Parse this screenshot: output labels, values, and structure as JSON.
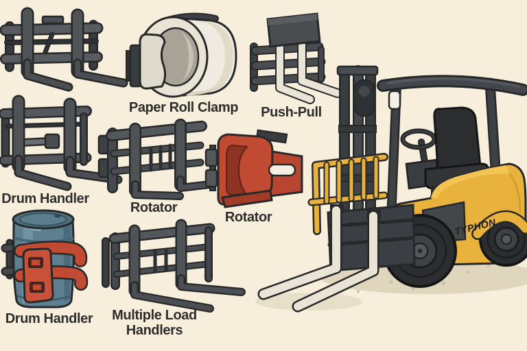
{
  "page": {
    "background_color": "#f7eedb",
    "description": "Illustrated chart of forklift attachment types beside a forklift"
  },
  "attachments": [
    {
      "id": "standard-forks",
      "label": ""
    },
    {
      "id": "paper-roll-clamp",
      "label": "Paper Roll Clamp"
    },
    {
      "id": "push-pull",
      "label": "Push-Pull"
    },
    {
      "id": "drum-handler-forks",
      "label": "Drum Handler"
    },
    {
      "id": "rotator-gray",
      "label": "Rotator"
    },
    {
      "id": "rotator-red",
      "label": "Rotator"
    },
    {
      "id": "drum-handler-drum",
      "label": "Drum Handler"
    },
    {
      "id": "multiple-load-handlers",
      "label_line1": "Multiple Load",
      "label_line2": "Handlers"
    }
  ],
  "forklift": {
    "brand": "TYPHON"
  },
  "colors": {
    "background": "#f7eedb",
    "attachment_gray": "#4b4e52",
    "attachment_dark": "#3a3d40",
    "clamp_red": "#c14b32",
    "drum_blue": "#5d7f90",
    "forklift_yellow": "#e9b23c",
    "fork_cream": "#e9e4d6",
    "outline": "#26282a",
    "label_text": "#2d2d2d",
    "shadow": "#e0d6bd"
  }
}
